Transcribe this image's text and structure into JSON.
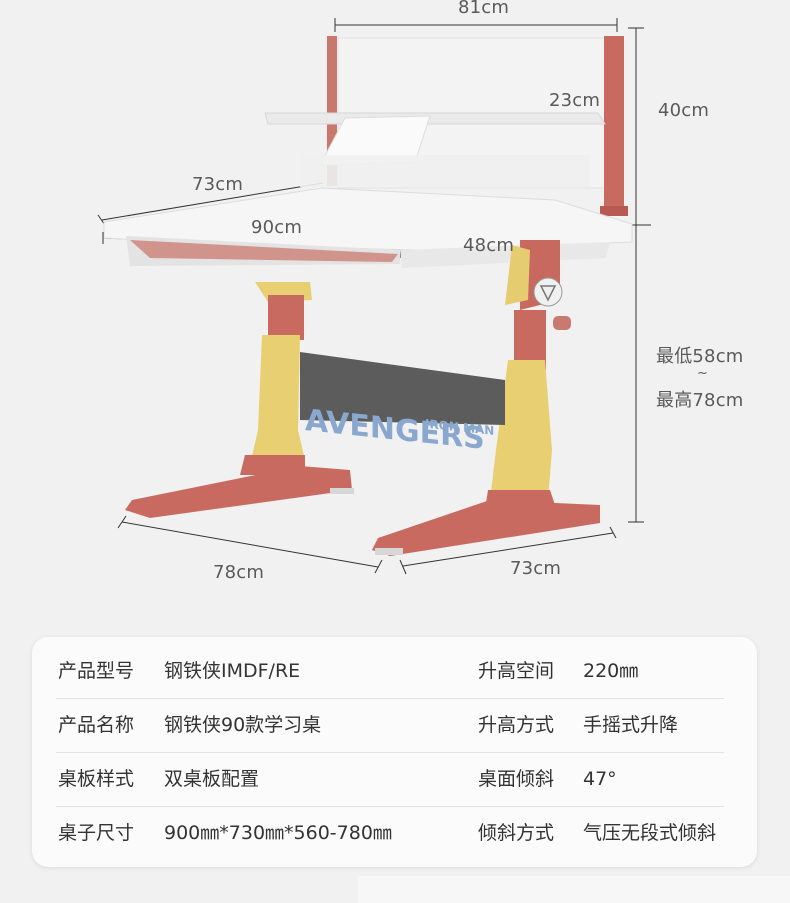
{
  "dimensions": {
    "width_top": "81cm",
    "shelf_depth": "23cm",
    "board_height": "40cm",
    "desk_depth_side": "73cm",
    "desk_width": "90cm",
    "board_depth": "48cm",
    "height_min": "最低58cm",
    "height_sep": "~",
    "height_max": "最高78cm",
    "base_left": "78cm",
    "base_right": "73cm"
  },
  "banner": {
    "main_text": "AVENGERS",
    "sub_text": "IRON MAN"
  },
  "specs": [
    {
      "label1": "产品型号",
      "value1": "钢铁侠IMDF/RE",
      "label2": "升高空间",
      "value2": "220㎜"
    },
    {
      "label1": "产品名称",
      "value1": "钢铁侠90款学习桌",
      "label2": "升高方式",
      "value2": "手摇式升降"
    },
    {
      "label1": "桌板样式",
      "value1": "双桌板配置",
      "label2": "桌面倾斜",
      "value2": "47°"
    },
    {
      "label1": "桌子尺寸",
      "value1": "900㎜*730㎜*560-780㎜",
      "label2": "倾斜方式",
      "value2": "气压无段式倾斜"
    }
  ],
  "colors": {
    "frame_red": "#c96a60",
    "accent_yellow": "#e8cf72",
    "desk_white": "#f4f4f4",
    "banner_dark": "#5c5c5c"
  }
}
